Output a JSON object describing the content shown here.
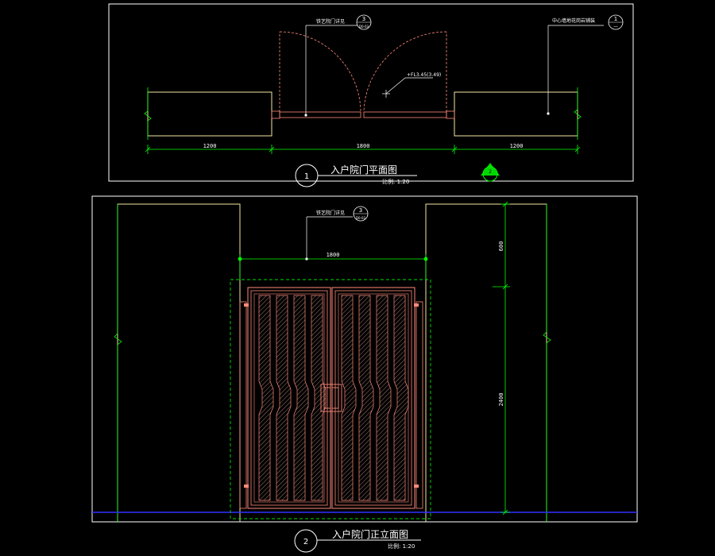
{
  "plan": {
    "title": "入户院门平面图",
    "scale": "比例: 1:20",
    "number": "1",
    "dims": [
      "1200",
      "1800",
      "1200"
    ],
    "callout_detail": "铁艺院门详见",
    "callout_detail_ref": {
      "num": "3",
      "sheet": "D0-03"
    },
    "callout_center": "中心墙地花岗岩铺装",
    "callout_center_ref": {
      "num": "1",
      "sheet": "—"
    },
    "note_elev": "+FL3.45(3.49)",
    "section_mark": "2"
  },
  "elevation": {
    "title": "入户院门正立面图",
    "scale": "比例: 1:20",
    "number": "2",
    "dim_top": "1800",
    "callout_detail": "铁艺院门详见",
    "callout_detail_ref": {
      "num": "3",
      "sheet": "D0-03"
    },
    "dim_right_upper": "600",
    "dim_right_lower": "2400"
  },
  "colors": {
    "background": "#000000",
    "frame": "#ffffff",
    "wall": "#f5e6a0",
    "dimension": "#00ff00",
    "door": "#ff8a7a",
    "door_hatch": "#e0a090",
    "ground": "#3030ff",
    "dashed_outline": "#00dd00"
  }
}
